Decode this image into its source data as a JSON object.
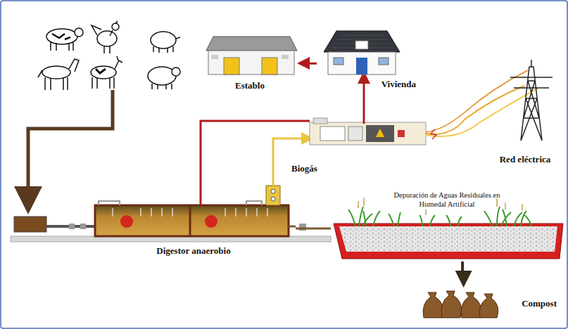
{
  "diagram": {
    "nodes": [
      {
        "text": [
          "Establo"
        ]
      },
      {
        "text": [
          "Vivienda"
        ]
      },
      {
        "text": [
          "Red eléctrica"
        ]
      },
      {
        "text": [
          "Digestor anaerobio"
        ]
      },
      {
        "text": [
          "Depuración de Aguas Residuales en Humedal Artificial"
        ]
      },
      {
        "text": [
          "Compost"
        ]
      }
    ],
    "edges": [
      {
        "from": 1,
        "to": 0,
        "arrow": "to"
      },
      {
        "from": 3,
        "to": 4,
        "arrow": "none"
      },
      {
        "from": 4,
        "to": 5,
        "arrow": "to"
      }
    ],
    "labels": [
      "Biogás"
    ]
  }
}
